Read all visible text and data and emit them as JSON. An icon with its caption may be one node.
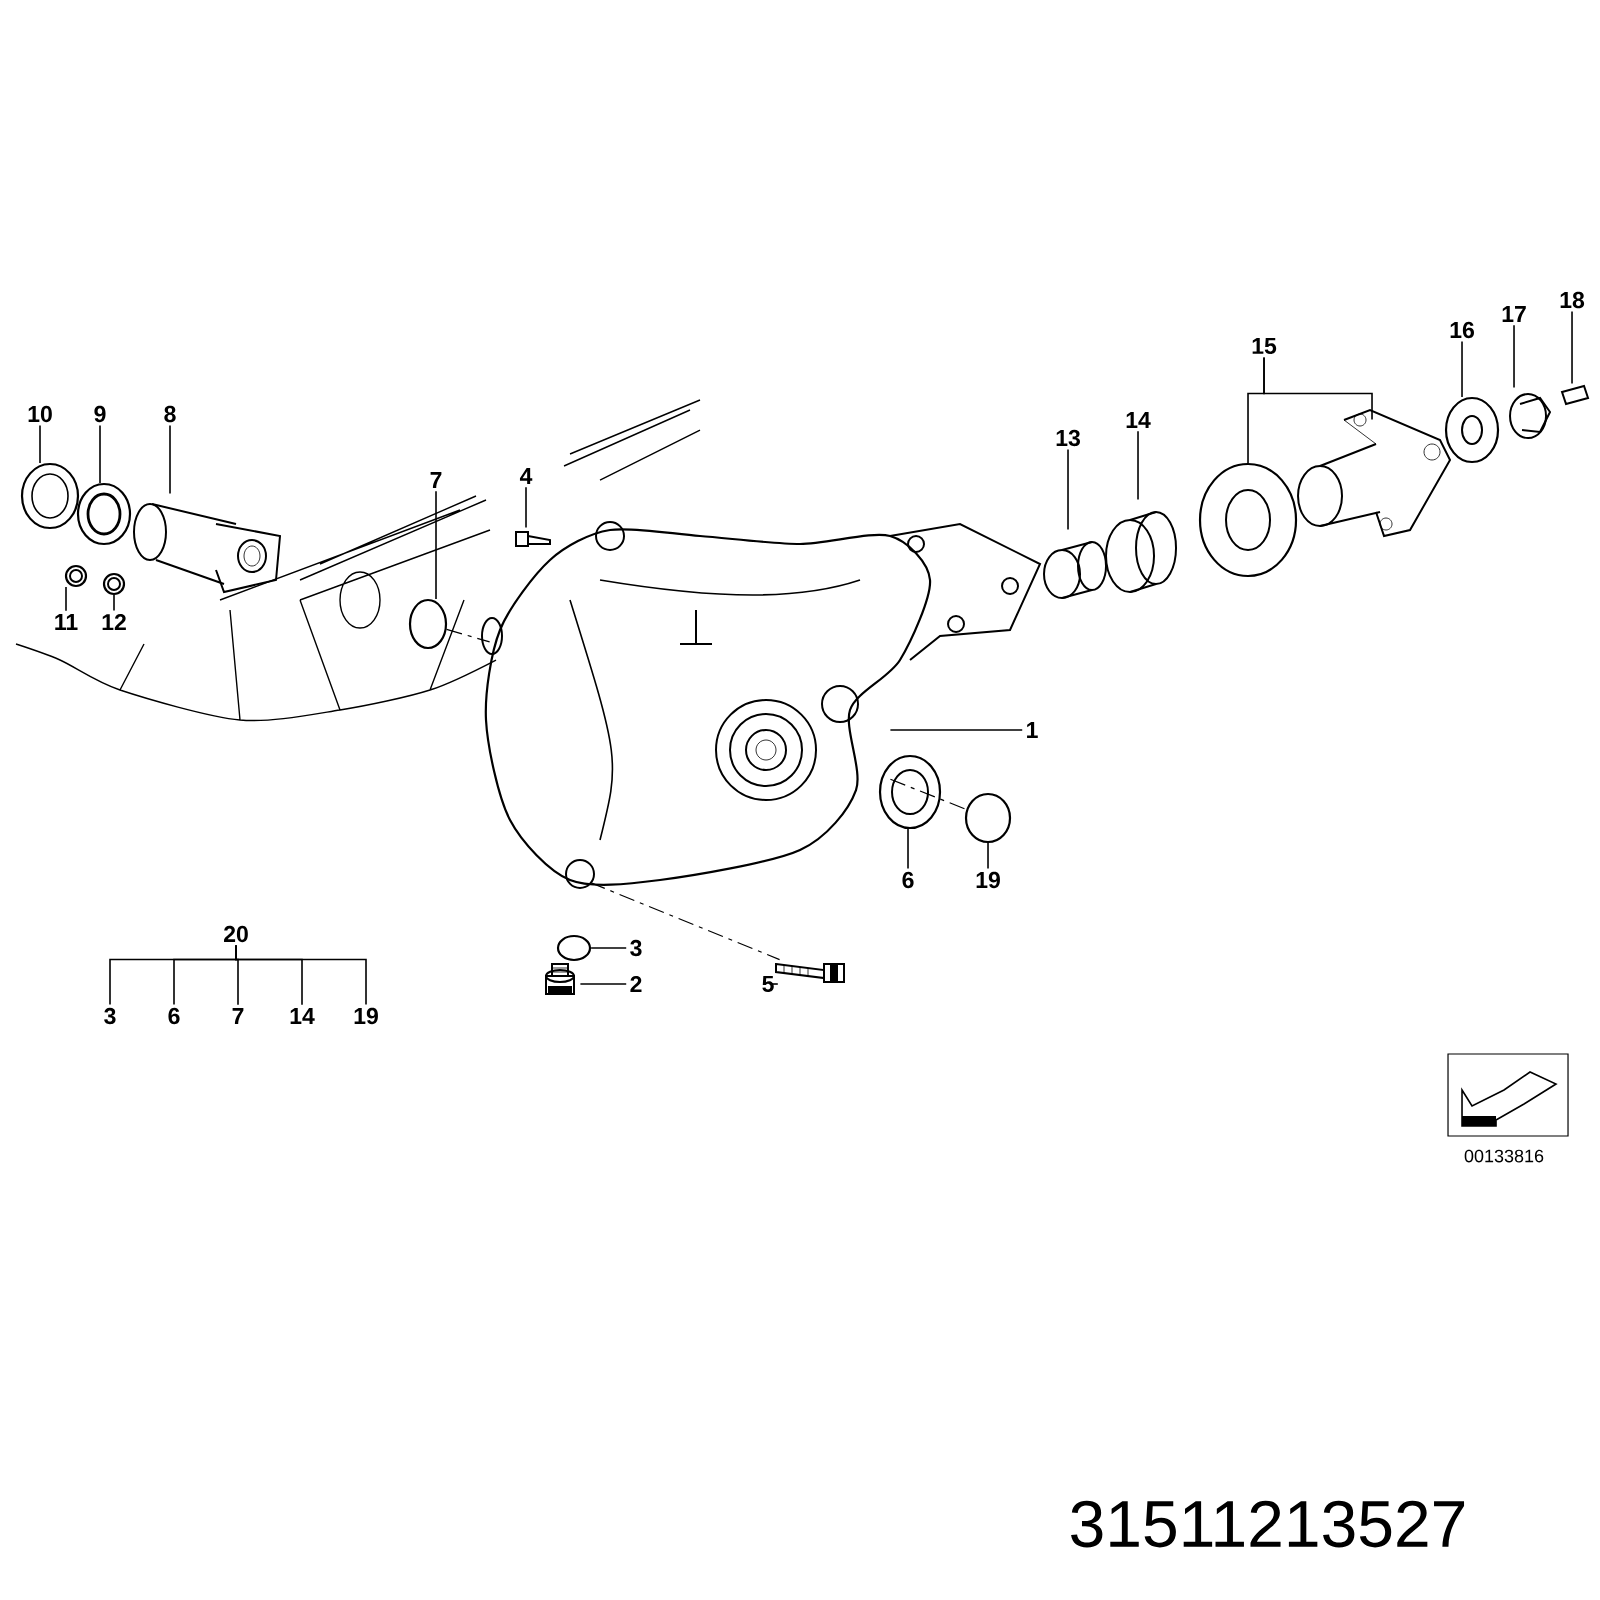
{
  "diagram": {
    "nodes": [
      {
        "text": [
          "10"
        ]
      },
      {
        "text": [
          "9"
        ]
      },
      {
        "text": [
          "8"
        ]
      },
      {
        "text": [
          "7"
        ]
      },
      {
        "text": [
          "4"
        ]
      },
      {
        "text": [
          "11"
        ]
      },
      {
        "text": [
          "12"
        ]
      },
      {
        "text": [
          "1"
        ]
      },
      {
        "text": [
          "13"
        ]
      },
      {
        "text": [
          "14"
        ]
      },
      {
        "text": [
          "15"
        ]
      },
      {
        "text": [
          "16"
        ]
      },
      {
        "text": [
          "17"
        ]
      },
      {
        "text": [
          "18"
        ]
      },
      {
        "text": [
          "6"
        ]
      },
      {
        "text": [
          "19"
        ]
      },
      {
        "text": [
          "3"
        ]
      },
      {
        "text": [
          "2"
        ]
      },
      {
        "text": [
          "5"
        ]
      },
      {
        "text": [
          "20"
        ]
      },
      {
        "text": [
          "3"
        ]
      },
      {
        "text": [
          "6"
        ]
      },
      {
        "text": [
          "7"
        ]
      },
      {
        "text": [
          "14"
        ]
      },
      {
        "text": [
          "19"
        ]
      },
      {
        "text": [],
        "shape": "circle"
      },
      {
        "text": [],
        "shape": "circle"
      },
      {
        "text": [],
        "shape": "picture"
      },
      {
        "text": [],
        "shape": "circle"
      },
      {
        "text": [],
        "shape": "circle"
      },
      {
        "text": [],
        "shape": "circle"
      },
      {
        "text": [],
        "shape": "picture"
      },
      {
        "text": [],
        "shape": "picture"
      },
      {
        "text": [],
        "shape": "picture"
      },
      {
        "text": [],
        "shape": "picture"
      },
      {
        "text": [],
        "shape": "circle"
      },
      {
        "text": [],
        "shape": "picture"
      },
      {
        "text": [],
        "shape": "circle"
      },
      {
        "text": [],
        "shape": "picture"
      },
      {
        "text": [],
        "shape": "picture"
      },
      {
        "text": [],
        "shape": "circle"
      },
      {
        "text": [],
        "shape": "circle"
      },
      {
        "text": [],
        "shape": "circle"
      },
      {
        "text": [],
        "shape": "picture"
      },
      {
        "text": [],
        "shape": "picture"
      }
    ],
    "edges": [
      {
        "from": 0,
        "to": 25,
        "arrow": "none"
      },
      {
        "from": 1,
        "to": 26,
        "arrow": "none"
      },
      {
        "from": 2,
        "to": 27,
        "arrow": "none"
      },
      {
        "from": 5,
        "to": 28,
        "arrow": "none"
      },
      {
        "from": 6,
        "to": 29,
        "arrow": "none"
      },
      {
        "from": 3,
        "to": 30,
        "arrow": "none"
      },
      {
        "from": 4,
        "to": 31,
        "arrow": "none"
      },
      {
        "from": 7,
        "to": 32,
        "arrow": "none"
      },
      {
        "from": 8,
        "to": 33,
        "arrow": "none"
      },
      {
        "from": 9,
        "to": 34,
        "arrow": "none"
      },
      {
        "from": 10,
        "to": 35,
        "arrow": "none"
      },
      {
        "from": 10,
        "to": 36,
        "arrow": "none"
      },
      {
        "from": 11,
        "to": 37,
        "arrow": "none"
      },
      {
        "from": 12,
        "to": 38,
        "arrow": "none"
      },
      {
        "from": 13,
        "to": 39,
        "arrow": "none"
      },
      {
        "from": 14,
        "to": 40,
        "arrow": "none"
      },
      {
        "from": 15,
        "to": 41,
        "arrow": "none"
      },
      {
        "from": 16,
        "to": 42,
        "arrow": "none"
      },
      {
        "from": 17,
        "to": 43,
        "arrow": "none"
      },
      {
        "from": 18,
        "to": 44,
        "arrow": "none"
      },
      {
        "from": 19,
        "to": 20,
        "arrow": "none"
      },
      {
        "from": 19,
        "to": 21,
        "arrow": "none"
      },
      {
        "from": 19,
        "to": 22,
        "arrow": "none"
      },
      {
        "from": 19,
        "to": 23,
        "arrow": "none"
      },
      {
        "from": 19,
        "to": 24,
        "arrow": "none"
      },
      {
        "from": 30,
        "to": 32,
        "arrow": "none",
        "style": "dashed"
      },
      {
        "from": 32,
        "to": 41,
        "arrow": "none",
        "style": "dashed"
      },
      {
        "from": 32,
        "to": 44,
        "arrow": "none",
        "style": "dashed"
      }
    ],
    "labels": [
      "00133816",
      "31511213527"
    ]
  }
}
